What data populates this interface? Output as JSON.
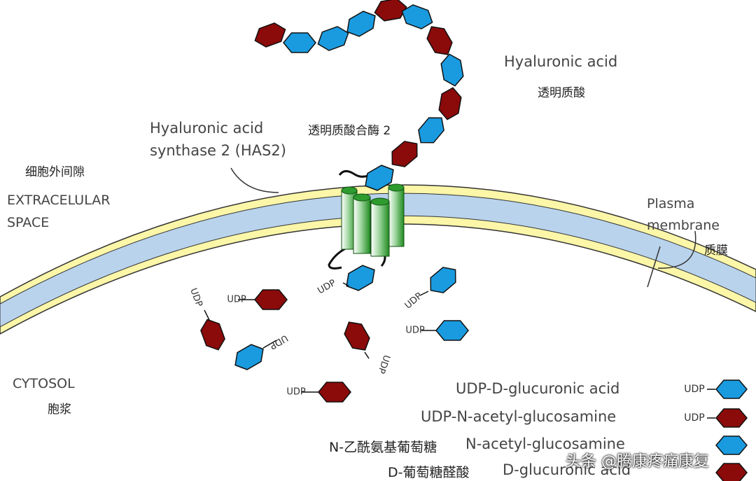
{
  "labels": {
    "hyaluronic_acid_en": "Hyaluronic acid",
    "hyaluronic_acid_cn": "透明质酸",
    "has2_en_line1": "Hyaluronic acid",
    "has2_en_line2": "synthase 2 (HAS2)",
    "has2_cn": "透明质酸合酶 2",
    "extracellular_cn": "细胞外间隙",
    "extracellular_en_line1": "EXTRACELULAR",
    "extracellular_en_line2": "SPACE",
    "plasma_line1": "Plasma",
    "plasma_line2": "membrane",
    "plasma_cn": "质膜",
    "cytosol_en": "CYTOSOL",
    "cytosol_cn": "胞浆",
    "udp": "UDP"
  },
  "legend": [
    {
      "label": "UDP-D-glucuronic acid",
      "prefix": "",
      "icon": "UDP",
      "color": "#1a9be0"
    },
    {
      "label": "UDP-N-acetyl-glucosamine",
      "prefix": "",
      "icon": "UDP",
      "color": "#8b0a0a"
    },
    {
      "label": "N-acetyl-glucosamine",
      "prefix": "N-乙酰氨基葡萄糖",
      "icon": "",
      "color": "#1a9be0"
    },
    {
      "label": "D-glucuronic acid",
      "prefix": "D-葡萄糖醛酸",
      "icon": "",
      "color": "#8b0a0a"
    }
  ],
  "watermark": "头条 @腾康疼痛康复",
  "colors": {
    "blue": "#1a9be0",
    "red": "#8b0a0a",
    "membrane_fill": "#b9d3ec",
    "membrane_edge": "#fbf6a8",
    "protein_green": "#2e9b2e"
  }
}
